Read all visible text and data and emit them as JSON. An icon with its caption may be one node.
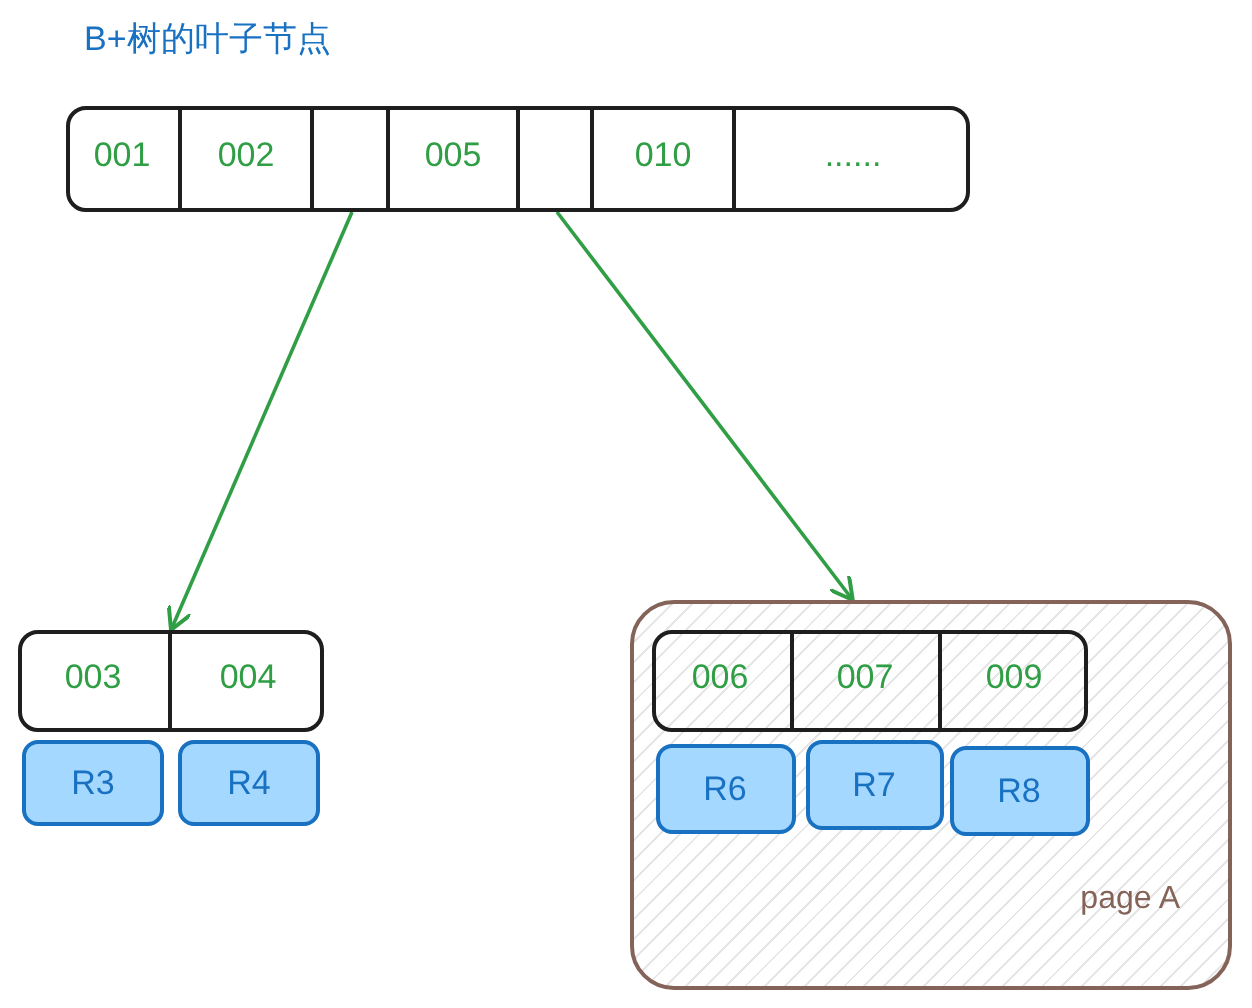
{
  "diagram": {
    "title": "B+树的叶子节点",
    "nodes": [
      {
        "text": [],
        "shape": "box"
      },
      {
        "text": [
          "001"
        ],
        "in": 0
      },
      {
        "text": [
          "002"
        ],
        "in": 0
      },
      {
        "text": [],
        "shape": "box",
        "in": 0
      },
      {
        "text": [
          "005"
        ],
        "in": 0
      },
      {
        "text": [],
        "shape": "box",
        "in": 0
      },
      {
        "text": [
          "010"
        ],
        "in": 0
      },
      {
        "text": [
          "......"
        ],
        "in": 0
      },
      {
        "text": [],
        "shape": "box"
      },
      {
        "text": [
          "003"
        ],
        "in": 8
      },
      {
        "text": [
          "004"
        ],
        "in": 8
      },
      {
        "text": [
          "R3"
        ]
      },
      {
        "text": [
          "R4"
        ]
      },
      {
        "text": [
          "page A"
        ]
      },
      {
        "text": [],
        "shape": "box",
        "in": 13
      },
      {
        "text": [
          "006"
        ],
        "in": 14
      },
      {
        "text": [
          "007"
        ],
        "in": 14
      },
      {
        "text": [
          "009"
        ],
        "in": 14
      },
      {
        "text": [
          "R6"
        ],
        "in": 13
      },
      {
        "text": [
          "R7"
        ],
        "in": 13
      },
      {
        "text": [
          "R8"
        ],
        "in": 13
      }
    ],
    "edges": [
      {
        "from": 3,
        "to": 8,
        "arrow": "to"
      },
      {
        "from": 5,
        "to": 13,
        "arrow": "to"
      }
    ]
  }
}
